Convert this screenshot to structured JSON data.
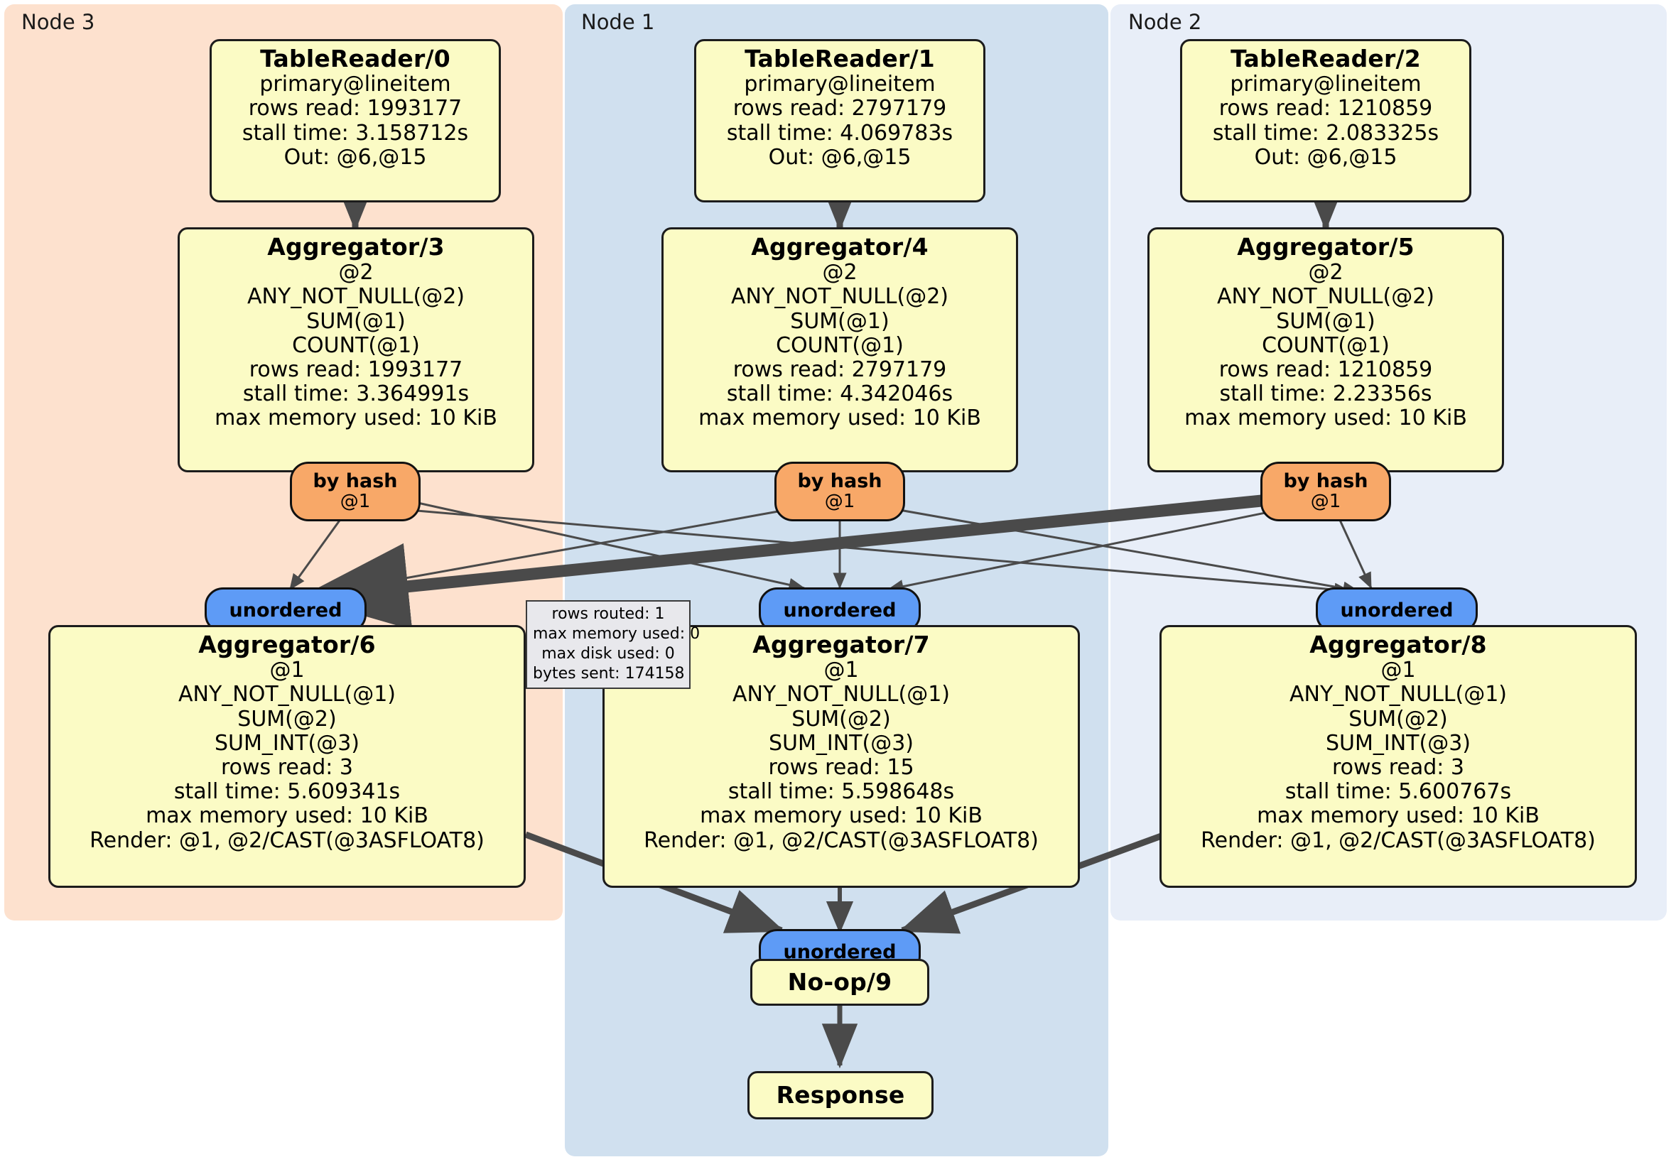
{
  "diagram": {
    "title": "Distributed query physical plan",
    "colors": {
      "node3_bg": "#FDE1CE",
      "node1_bg": "#D0E0EF",
      "node2_bg": "#E8EEF8",
      "operator_bg": "#FBFBC5",
      "by_hash_bg": "#F8A868",
      "unordered_bg": "#5E9BF6",
      "stats_bg": "#E8E8EC",
      "edge": "#4a4a4a"
    },
    "regions": [
      {
        "name": "node-3",
        "label": "Node 3"
      },
      {
        "name": "node-1",
        "label": "Node 1"
      },
      {
        "name": "node-2",
        "label": "Node 2"
      }
    ],
    "table_readers": [
      {
        "title": "TableReader/0",
        "lines": [
          "primary@lineitem",
          "rows read: 1993177",
          "stall time: 3.158712s",
          "Out: @6,@15"
        ]
      },
      {
        "title": "TableReader/1",
        "lines": [
          "primary@lineitem",
          "rows read: 2797179",
          "stall time: 4.069783s",
          "Out: @6,@15"
        ]
      },
      {
        "title": "TableReader/2",
        "lines": [
          "primary@lineitem",
          "rows read: 1210859",
          "stall time: 2.083325s",
          "Out: @6,@15"
        ]
      }
    ],
    "aggregators_top": [
      {
        "title": "Aggregator/3",
        "lines": [
          "@2",
          "ANY_NOT_NULL(@2)",
          "SUM(@1)",
          "COUNT(@1)",
          "rows read: 1993177",
          "stall time: 3.364991s",
          "max memory used: 10 KiB"
        ]
      },
      {
        "title": "Aggregator/4",
        "lines": [
          "@2",
          "ANY_NOT_NULL(@2)",
          "SUM(@1)",
          "COUNT(@1)",
          "rows read: 2797179",
          "stall time: 4.342046s",
          "max memory used: 10 KiB"
        ]
      },
      {
        "title": "Aggregator/5",
        "lines": [
          "@2",
          "ANY_NOT_NULL(@2)",
          "SUM(@1)",
          "COUNT(@1)",
          "rows read: 1210859",
          "stall time: 2.23356s",
          "max memory used: 10 KiB"
        ]
      }
    ],
    "aggregators_bottom": [
      {
        "title": "Aggregator/6",
        "lines": [
          "@1",
          "ANY_NOT_NULL(@1)",
          "SUM(@2)",
          "SUM_INT(@3)",
          "rows read: 3",
          "stall time: 5.609341s",
          "max memory used: 10 KiB",
          "Render: @1, @2/CAST(@3ASFLOAT8)"
        ]
      },
      {
        "title": "Aggregator/7",
        "lines": [
          "@1",
          "ANY_NOT_NULL(@1)",
          "SUM(@2)",
          "SUM_INT(@3)",
          "rows read: 15",
          "stall time: 5.598648s",
          "max memory used: 10 KiB",
          "Render: @1, @2/CAST(@3ASFLOAT8)"
        ]
      },
      {
        "title": "Aggregator/8",
        "lines": [
          "@1",
          "ANY_NOT_NULL(@1)",
          "SUM(@2)",
          "SUM_INT(@3)",
          "rows read: 3",
          "stall time: 5.600767s",
          "max memory used: 10 KiB",
          "Render: @1, @2/CAST(@3ASFLOAT8)"
        ]
      }
    ],
    "by_hash_routers": [
      {
        "label": "by hash",
        "column": "@1"
      },
      {
        "label": "by hash",
        "column": "@1"
      },
      {
        "label": "by hash",
        "column": "@1"
      }
    ],
    "unordered_synchronizers": [
      {
        "label": "unordered"
      },
      {
        "label": "unordered"
      },
      {
        "label": "unordered"
      },
      {
        "label": "unordered"
      }
    ],
    "stats_box": {
      "lines": [
        "rows routed: 1",
        "max memory used: 0",
        "max disk used: 0",
        "bytes sent: 174158"
      ]
    },
    "noop": {
      "title": "No-op/9"
    },
    "response": {
      "title": "Response"
    }
  }
}
